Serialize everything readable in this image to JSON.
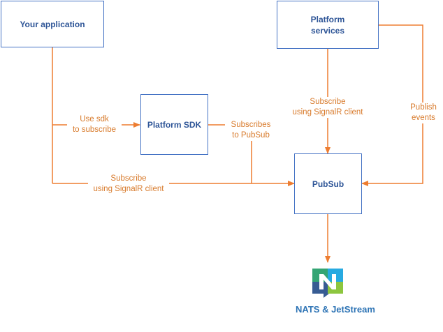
{
  "nodes": {
    "your_application": "Your application",
    "platform_services": "Platform\nservices",
    "platform_sdk": "Platform SDK",
    "pubsub": "PubSub"
  },
  "edges": {
    "use_sdk": "Use sdk\nto subscribe",
    "subscribes_pubsub": "Subscribes\nto PubSub",
    "subscribe_signalr_left": "Subscribe\nusing SignalR client",
    "subscribe_signalr_top": "Subscribe\nusing SignalR client",
    "publish_events": "Publish\nevents"
  },
  "logo": {
    "caption": "NATS & JetStream",
    "icon": "nats-logo-icon"
  },
  "colors": {
    "box_border": "#4472c4",
    "box_text": "#2e5597",
    "arrow": "#ed7d31",
    "edge_text": "#d87a2b"
  }
}
